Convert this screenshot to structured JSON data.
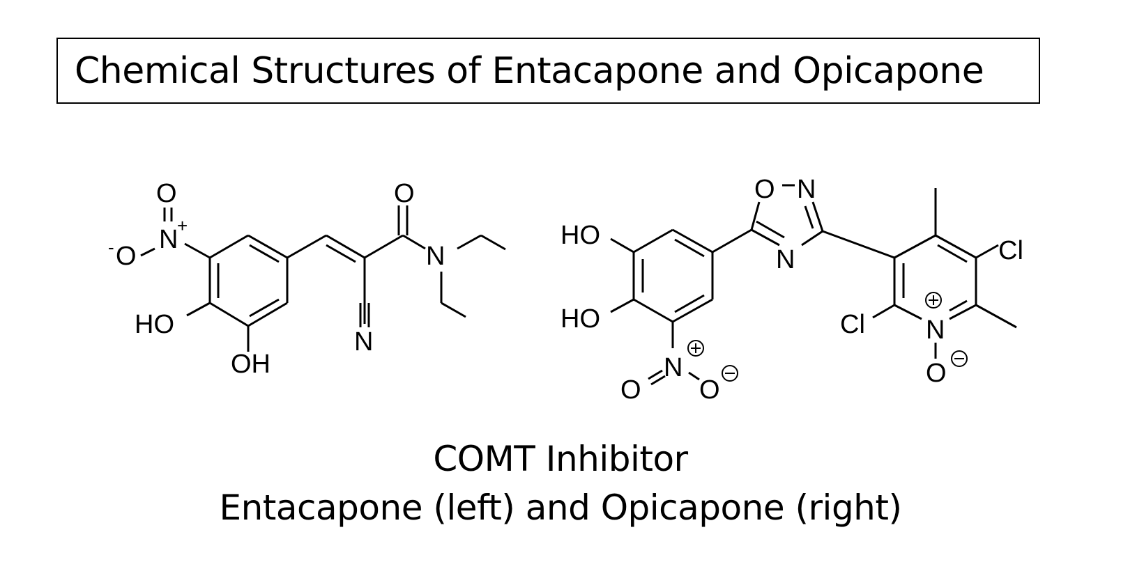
{
  "title": "Chemical Structures of Entacapone and Opicapone",
  "caption": {
    "line1": "COMT Inhibitor",
    "line2": "Entacapone (left) and Opicapone (right)"
  },
  "molecules": [
    {
      "name": "Entacapone",
      "position": "left",
      "labels": {
        "nitro_o_top": "O",
        "nitro_n": "N",
        "nitro_n_charge": "+",
        "nitro_o_minus": "O",
        "nitro_o_minus_charge": "-",
        "oh_1": "HO",
        "oh_2": "OH",
        "carbonyl_o": "O",
        "amide_n": "N",
        "nitrile_n": "N"
      }
    },
    {
      "name": "Opicapone",
      "position": "right",
      "labels": {
        "oh_1": "HO",
        "oh_2": "HO",
        "nitro_n": "N",
        "nitro_o1": "O",
        "nitro_o2": "O",
        "oxadiazole_o": "O",
        "oxadiazole_n1": "N",
        "oxadiazole_n2": "N",
        "cl_1": "Cl",
        "cl_2": "Cl",
        "pyridine_n": "N",
        "n_oxide_o": "O"
      }
    }
  ]
}
